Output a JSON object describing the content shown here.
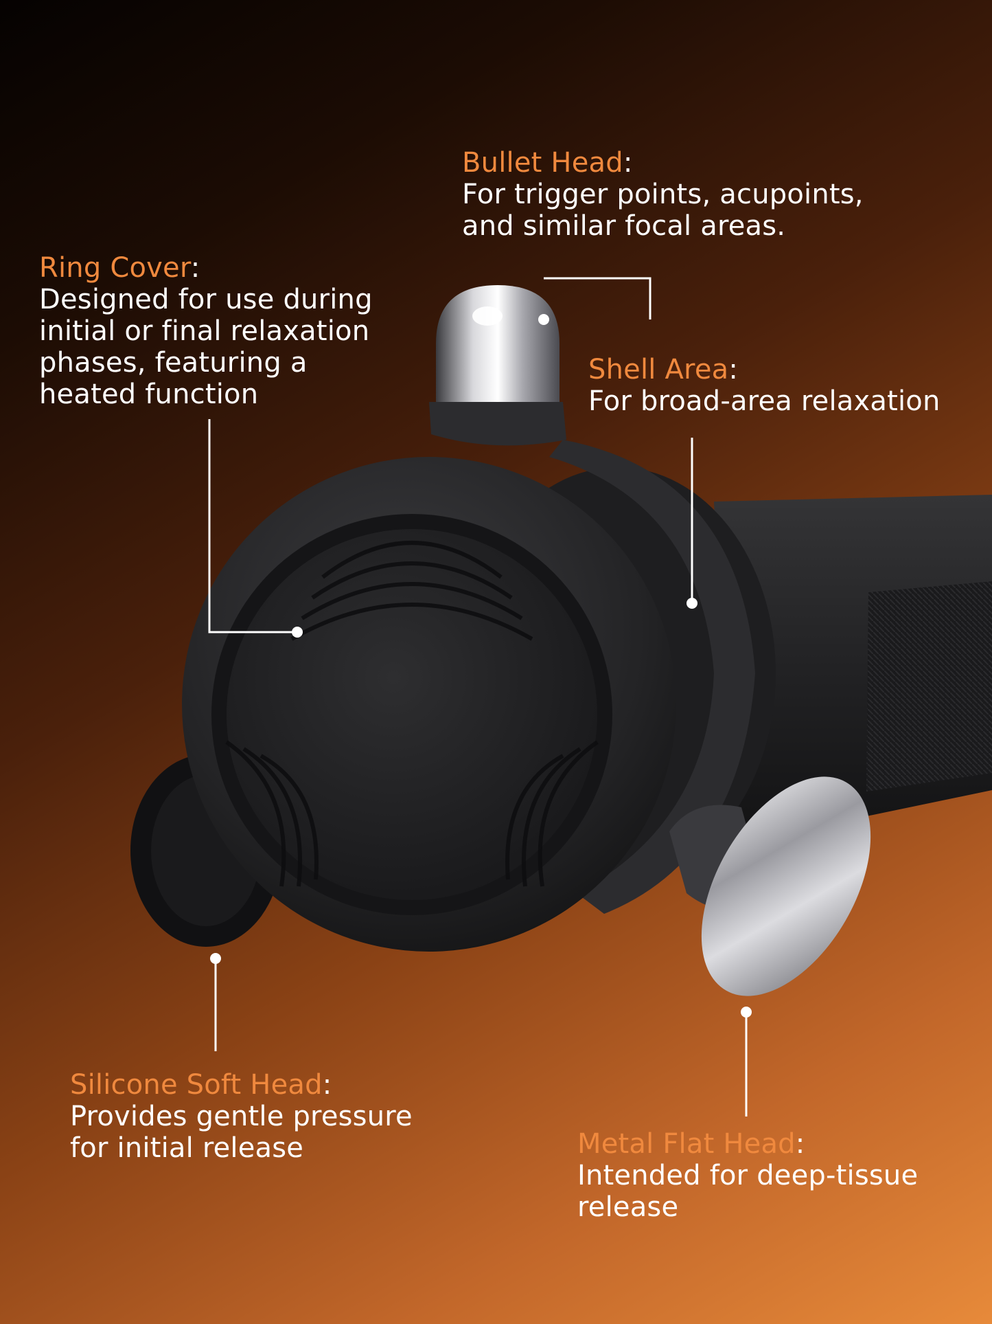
{
  "colors": {
    "accent": "#f0893e",
    "text": "#ffffff",
    "device_body": "#2a2a2c",
    "metal": "#c8c8cc"
  },
  "callouts": {
    "bullet_head": {
      "title": "Bullet Head",
      "separator": ":",
      "lines": [
        "For trigger points, acupoints,",
        "and similar focal areas."
      ]
    },
    "ring_cover": {
      "title": "Ring Cover",
      "separator": ":",
      "lines": [
        "Designed for use during",
        "initial or final relaxation",
        "phases, featuring a",
        "heated function"
      ]
    },
    "shell_area": {
      "title": "Shell Area",
      "separator": ":",
      "lines": [
        "For broad-area relaxation"
      ]
    },
    "silicone_soft_head": {
      "title": "Silicone Soft Head",
      "separator": ":",
      "lines": [
        "Provides gentle pressure",
        "for initial release"
      ]
    },
    "metal_flat_head": {
      "title": "Metal Flat Head",
      "separator": ":",
      "lines": [
        "Intended for deep-tissue",
        "release"
      ]
    }
  }
}
